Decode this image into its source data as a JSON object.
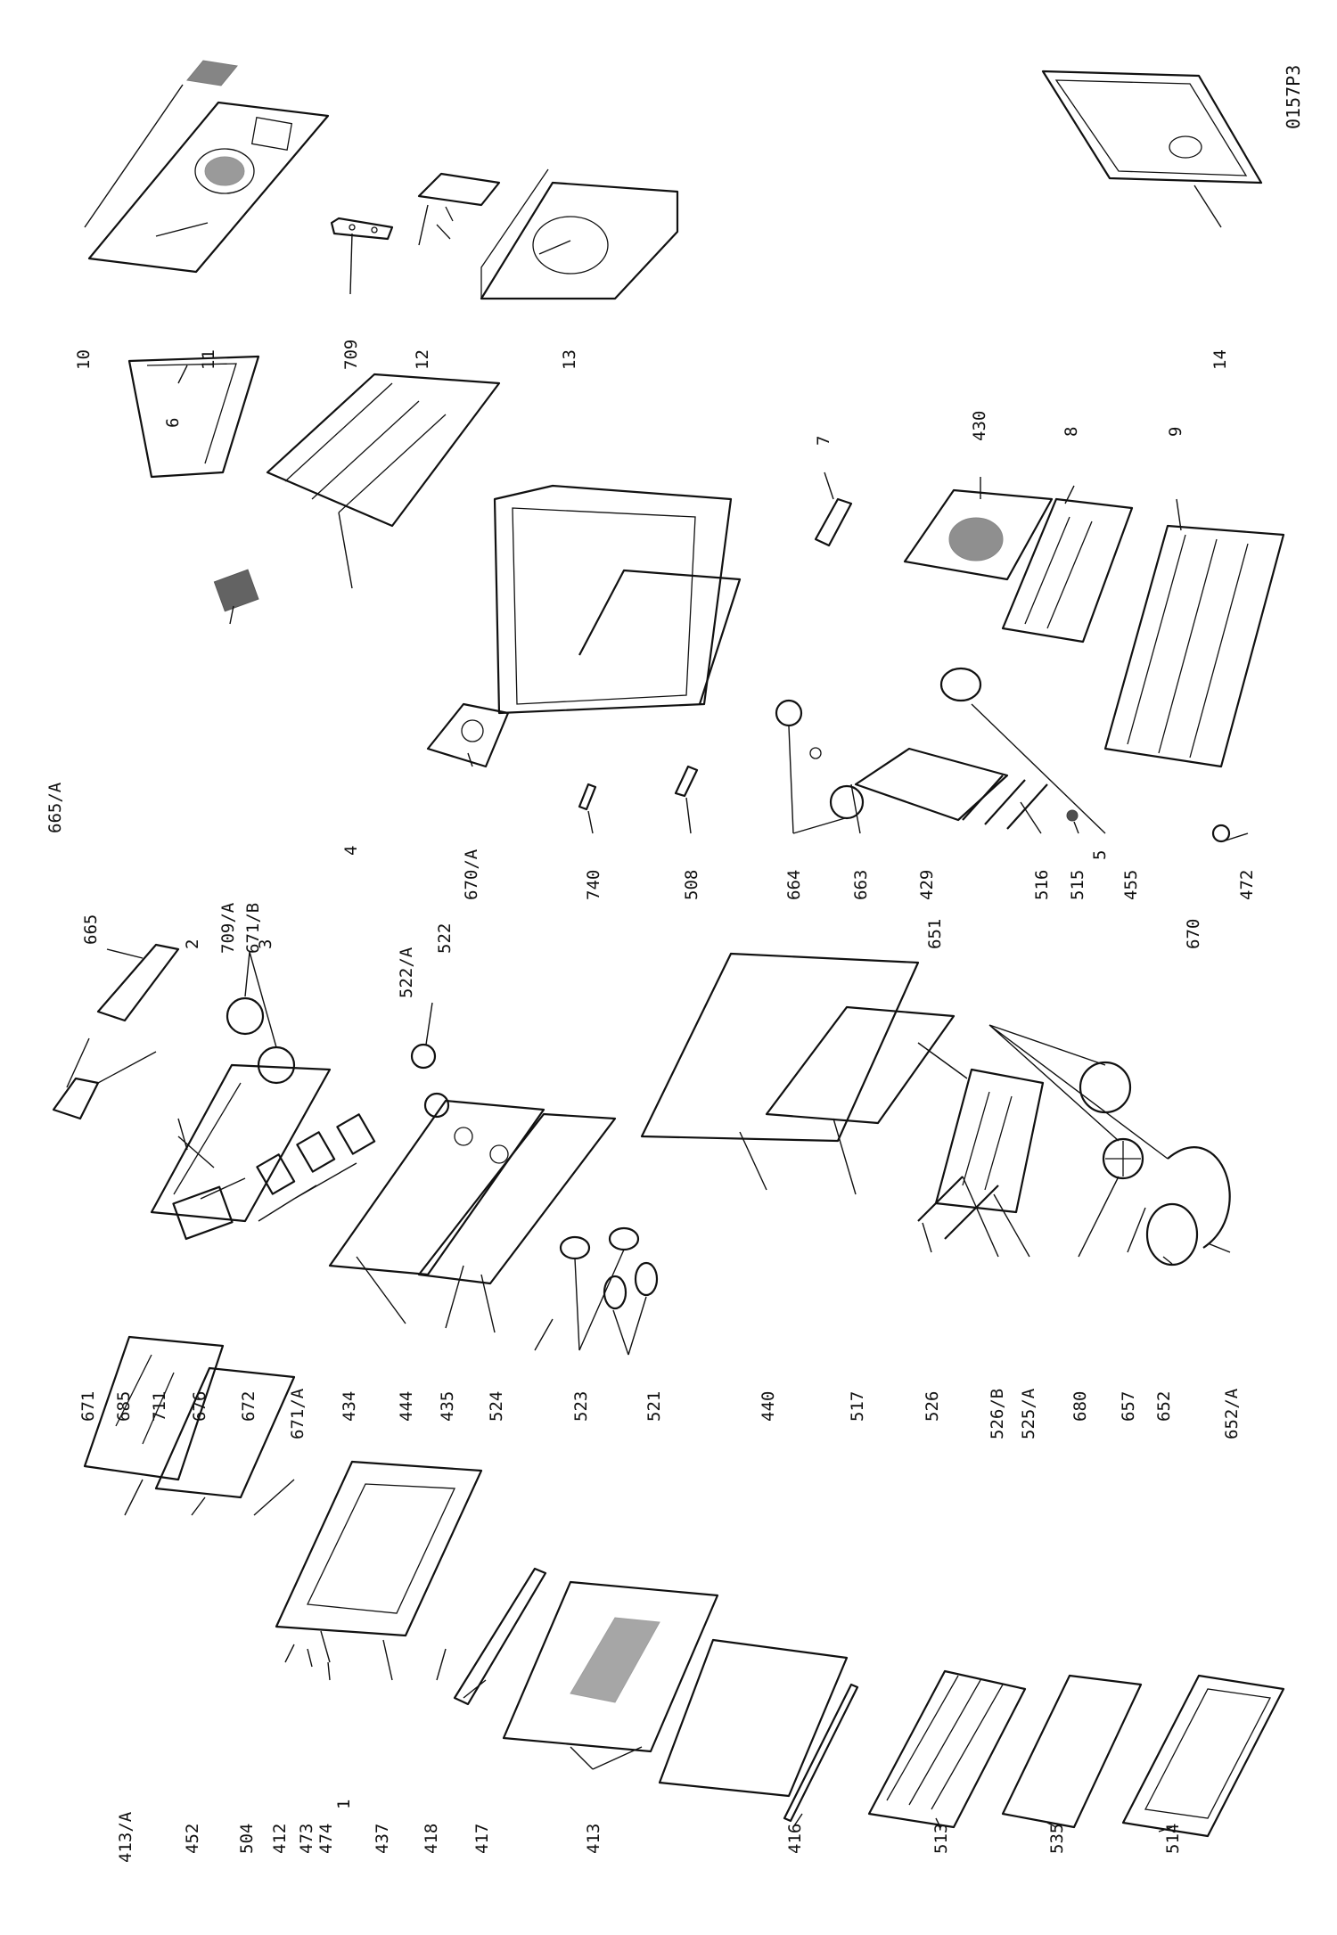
{
  "document_code": "0157P3",
  "part_labels": [
    "10",
    "11",
    "709",
    "12",
    "13",
    "14",
    "6",
    "4",
    "709/A",
    "670/A",
    "7",
    "430",
    "8",
    "9",
    "740",
    "508",
    "664",
    "663",
    "429",
    "516",
    "515",
    "5",
    "455",
    "472",
    "665/A",
    "665",
    "2",
    "3",
    "671/B",
    "522/A",
    "522",
    "651",
    "670",
    "440",
    "517",
    "526",
    "526/B",
    "525/A",
    "680",
    "657",
    "652",
    "652/A",
    "671",
    "685",
    "711",
    "676",
    "672",
    "671/A",
    "434",
    "444",
    "435",
    "524",
    "523",
    "521",
    "413/A",
    "452",
    "504",
    "412",
    "473",
    "474",
    "1",
    "437",
    "418",
    "417",
    "413",
    "416",
    "513",
    "535",
    "514"
  ]
}
